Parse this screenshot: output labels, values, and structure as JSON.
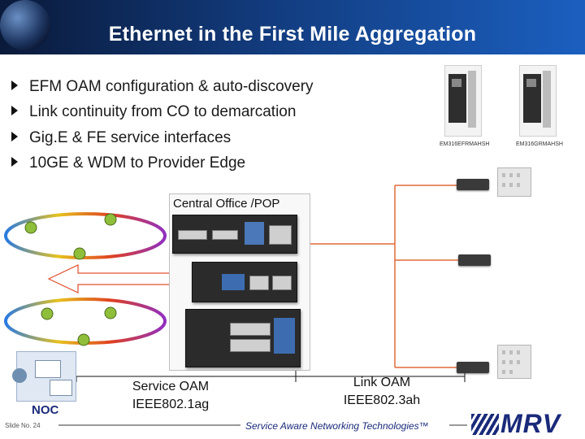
{
  "slide": {
    "title": "Ethernet in the First  Mile Aggregation",
    "bullets": [
      "EFM OAM configuration & auto-discovery",
      "Link continuity from CO to demarcation",
      "Gig.E & FE service interfaces",
      "10GE & WDM to Provider Edge"
    ],
    "central_office_label": "Central Office /POP",
    "noc_label": "NOC",
    "service_oam": [
      "Service OAM",
      "IEEE802.1ag"
    ],
    "link_oam": [
      "Link OAM",
      "IEEE802.3ah"
    ],
    "card_labels": [
      "EM316EFRMAHSH",
      "EM316GRMAHSH"
    ],
    "footer": {
      "slide_number": "Slide No. 24",
      "tagline": "Service Aware Networking Technologies™",
      "logo_text": "MRV"
    }
  },
  "colors": {
    "title_bar": "#123b7d",
    "fiber_line": "#e06a3a",
    "logo": "#1a2a7a"
  }
}
